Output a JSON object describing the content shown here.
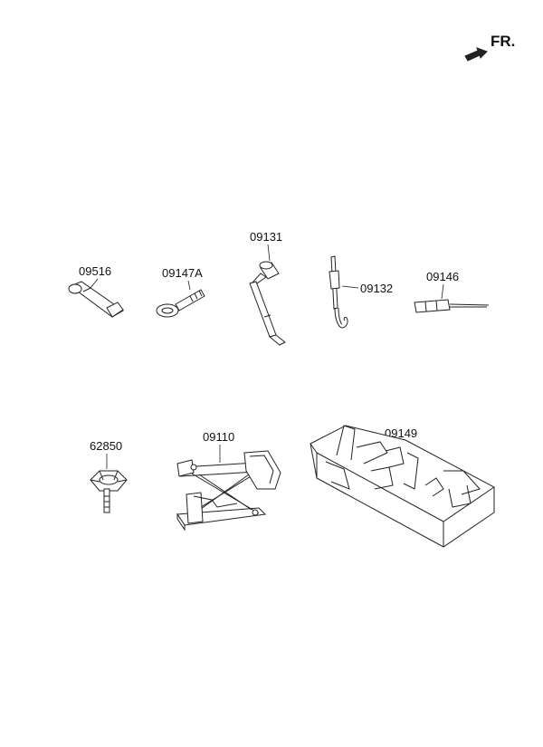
{
  "direction": {
    "label": "FR."
  },
  "parts": [
    {
      "id": "09516",
      "label": "09516"
    },
    {
      "id": "09147A",
      "label": "09147A"
    },
    {
      "id": "09131",
      "label": "09131"
    },
    {
      "id": "09132",
      "label": "09132"
    },
    {
      "id": "09146",
      "label": "09146"
    },
    {
      "id": "62850",
      "label": "62850"
    },
    {
      "id": "09110",
      "label": "09110"
    },
    {
      "id": "09149",
      "label": "09149"
    }
  ]
}
